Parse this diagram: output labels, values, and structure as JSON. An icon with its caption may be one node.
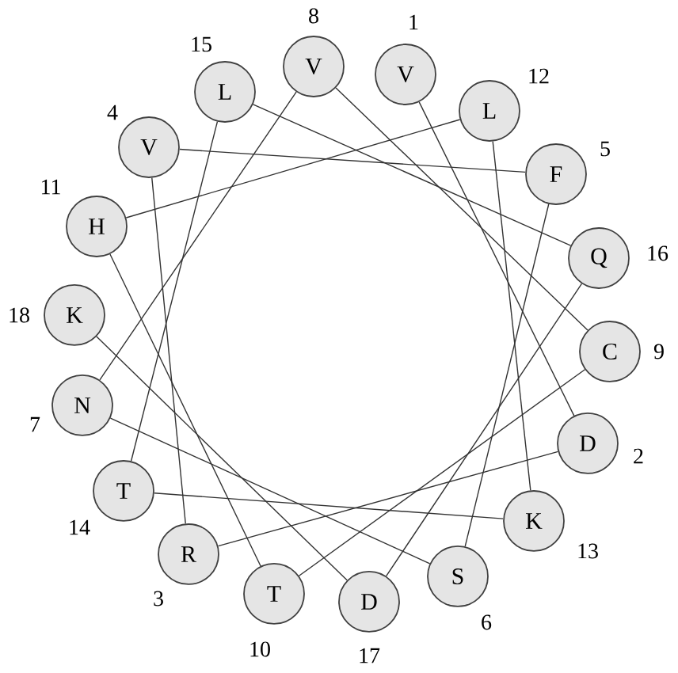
{
  "diagram": {
    "nodes": [
      {
        "text": [
          "V"
        ],
        "beside": [
          "1"
        ]
      },
      {
        "text": [
          "D"
        ],
        "beside": [
          "2"
        ]
      },
      {
        "text": [
          "R"
        ],
        "beside": [
          "3"
        ]
      },
      {
        "text": [
          "V"
        ],
        "beside": [
          "4"
        ]
      },
      {
        "text": [
          "F"
        ],
        "beside": [
          "5"
        ]
      },
      {
        "text": [
          "S"
        ],
        "beside": [
          "6"
        ]
      },
      {
        "text": [
          "N"
        ],
        "beside": [
          "7"
        ]
      },
      {
        "text": [
          "V"
        ],
        "beside": [
          "8"
        ]
      },
      {
        "text": [
          "C"
        ],
        "beside": [
          "9"
        ]
      },
      {
        "text": [
          "T"
        ],
        "beside": [
          "10"
        ]
      },
      {
        "text": [
          "H"
        ],
        "beside": [
          "11"
        ]
      },
      {
        "text": [
          "L"
        ],
        "beside": [
          "12"
        ]
      },
      {
        "text": [
          "K"
        ],
        "beside": [
          "13"
        ]
      },
      {
        "text": [
          "T"
        ],
        "beside": [
          "14"
        ]
      },
      {
        "text": [
          "L"
        ],
        "beside": [
          "15"
        ]
      },
      {
        "text": [
          "Q"
        ],
        "beside": [
          "16"
        ]
      },
      {
        "text": [
          "D"
        ],
        "beside": [
          "17"
        ]
      },
      {
        "text": [
          "K"
        ],
        "beside": [
          "18"
        ]
      }
    ],
    "edges": [
      {
        "from": 0,
        "to": 1,
        "arrow": "none"
      },
      {
        "from": 1,
        "to": 2,
        "arrow": "none"
      },
      {
        "from": 2,
        "to": 3,
        "arrow": "none"
      },
      {
        "from": 3,
        "to": 4,
        "arrow": "none"
      },
      {
        "from": 4,
        "to": 5,
        "arrow": "none"
      },
      {
        "from": 5,
        "to": 6,
        "arrow": "none"
      },
      {
        "from": 6,
        "to": 7,
        "arrow": "none"
      },
      {
        "from": 7,
        "to": 8,
        "arrow": "none"
      },
      {
        "from": 8,
        "to": 9,
        "arrow": "none"
      },
      {
        "from": 9,
        "to": 10,
        "arrow": "none"
      },
      {
        "from": 10,
        "to": 11,
        "arrow": "none"
      },
      {
        "from": 11,
        "to": 12,
        "arrow": "none"
      },
      {
        "from": 12,
        "to": 13,
        "arrow": "none"
      },
      {
        "from": 13,
        "to": 14,
        "arrow": "none"
      },
      {
        "from": 14,
        "to": 15,
        "arrow": "none"
      },
      {
        "from": 15,
        "to": 16,
        "arrow": "none"
      },
      {
        "from": 16,
        "to": 17,
        "arrow": "none"
      }
    ]
  }
}
